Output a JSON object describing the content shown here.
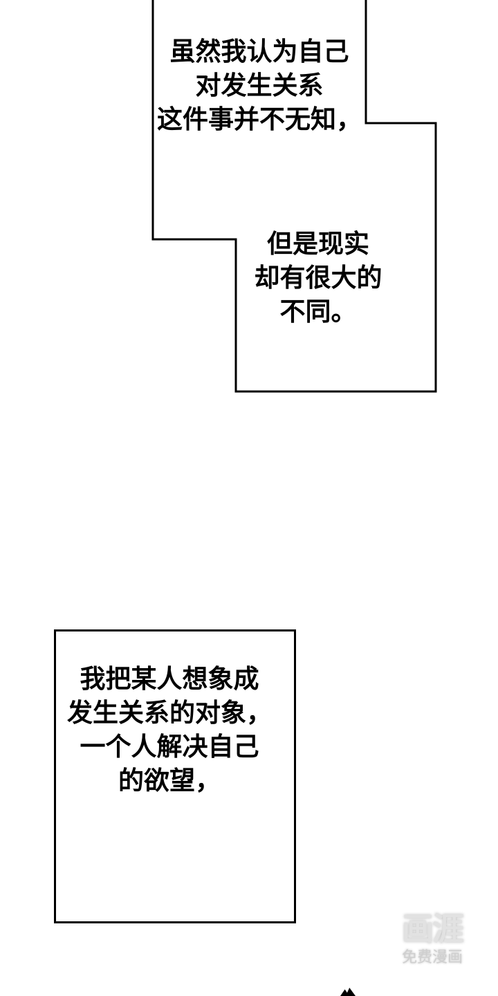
{
  "panels": [
    {
      "lines": [
        "虽然我认为自己",
        "对发生关系",
        "这件事并不无知，"
      ]
    },
    {
      "lines": [
        "但是现实",
        "却有很大的",
        "不同。"
      ]
    },
    {
      "lines": [
        "我把某人想象成",
        "发生关系的对象，",
        "一个人解决自己",
        "的欲望，"
      ]
    }
  ],
  "watermark": {
    "logo": "画涯",
    "subtitle": "免费漫画"
  }
}
